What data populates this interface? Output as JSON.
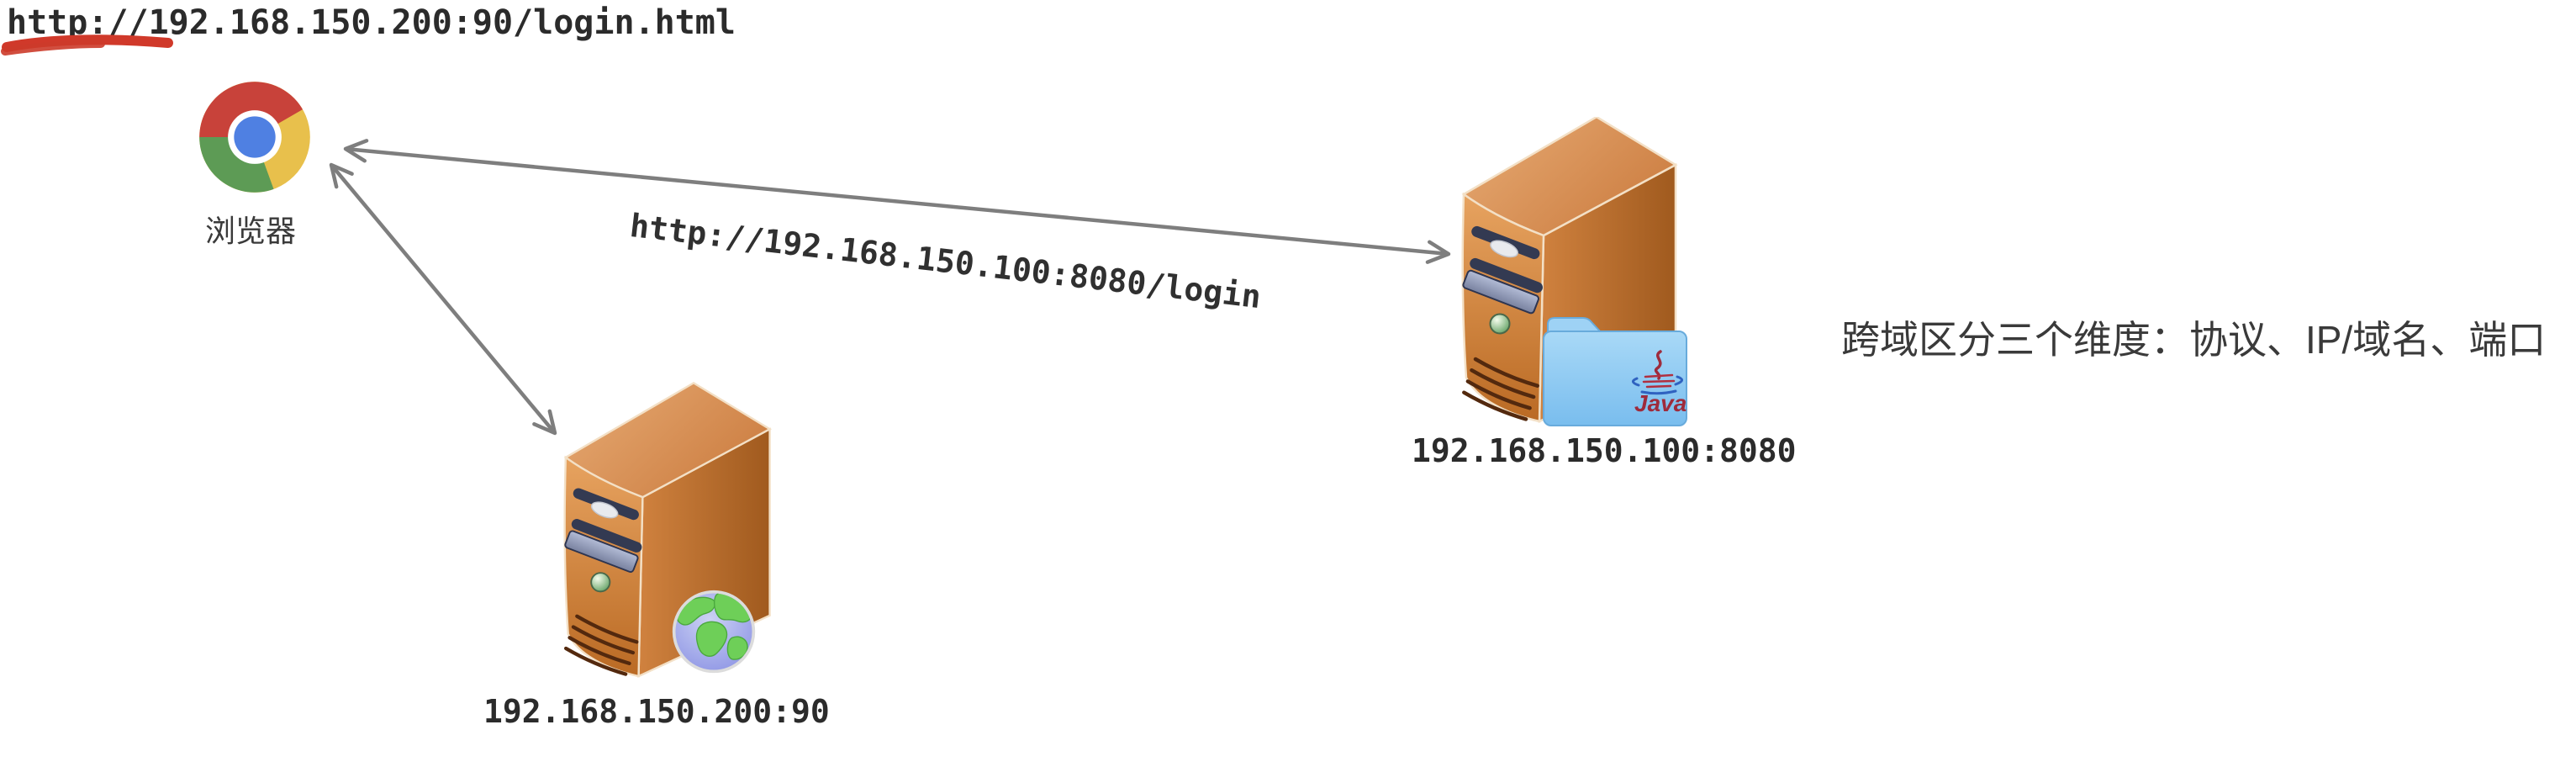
{
  "diagram": {
    "address_bar_url": "http://192.168.150.200:90/login.html",
    "address_bar_highlighted_part": "http",
    "browser_label": "浏览器",
    "request_arrow_label": "http://192.168.150.100:8080/login",
    "java_server_label": "192.168.150.100:8080",
    "java_badge_text": "Java",
    "web_server_label": "192.168.150.200:90",
    "note_text": "跨域区分三个维度：协议、IP/域名、端口",
    "arrows": [
      {
        "from": "browser",
        "to": "java-server",
        "bidirectional": true,
        "label": "http://192.168.150.100:8080/login"
      },
      {
        "from": "browser",
        "to": "web-server",
        "bidirectional": true,
        "label": ""
      }
    ]
  },
  "colors": {
    "text_dark": "#2b2b2b",
    "note_text": "#3a3a3a",
    "arrow_gray": "#7e7e7e",
    "underline_red": "#d0392a",
    "chrome_red": "#c8423a",
    "chrome_yellow": "#e8c04c",
    "chrome_green": "#5d9b55",
    "chrome_blue": "#4f80e2",
    "server_orange_light": "#e4a770",
    "server_orange_dark": "#a05a1e",
    "folder_blue": "#86c7f1",
    "java_logo_red": "#9e2b3c",
    "globe_ocean": "#9aa0e8",
    "globe_land": "#6ecf58"
  }
}
